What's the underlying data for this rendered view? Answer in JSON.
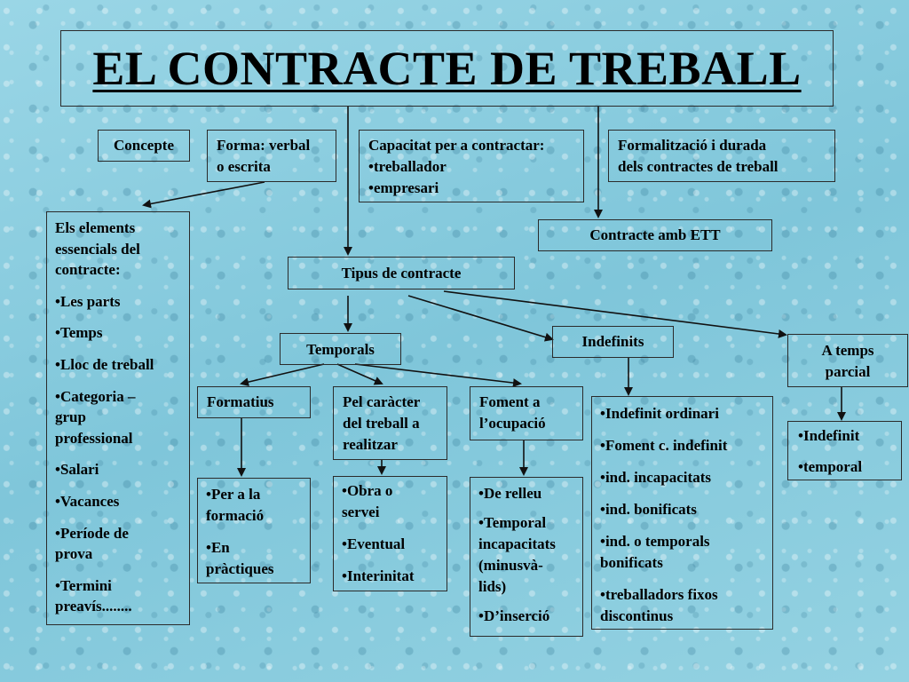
{
  "title": "EL CONTRACTE DE TREBALL",
  "concepte": "Concepte",
  "forma": [
    "Forma: verbal",
    "o escrita"
  ],
  "capacitat": {
    "heading": "Capacitat per a contractar:",
    "items": [
      "•treballador",
      "•empresari"
    ]
  },
  "formalitzacio": [
    "Formalització i durada",
    "dels contractes de treball"
  ],
  "elements": {
    "heading": [
      "Els elements",
      "essencials del",
      "contracte:"
    ],
    "items": [
      [
        "•Les parts"
      ],
      [
        "•Temps"
      ],
      [
        "•Lloc de treball"
      ],
      [
        "•Categoria –",
        "grup",
        "professional"
      ],
      [
        "•Salari"
      ],
      [
        "•Vacances"
      ],
      [
        "•Període de",
        "prova"
      ],
      [
        "•Termini",
        "preavís........"
      ]
    ]
  },
  "contracte_ett": "Contracte amb ETT",
  "tipus": "Tipus de contracte",
  "temporals": "Temporals",
  "indefinits": "Indefinits",
  "temps_parcial": [
    "A temps",
    "parcial"
  ],
  "formatius": "Formatius",
  "pel_caracter": [
    "Pel caràcter",
    "del treball a",
    "realitzar"
  ],
  "foment": [
    "Foment a",
    "l’ocupació"
  ],
  "formatius_list": [
    [
      "•Per a la",
      "formació"
    ],
    [
      "•En",
      "pràctiques"
    ]
  ],
  "pel_caracter_list": [
    [
      "•Obra o",
      "servei"
    ],
    [
      "•Eventual"
    ],
    [
      "•Interinitat"
    ]
  ],
  "foment_list": [
    [
      "•De relleu"
    ],
    [
      "•Temporal",
      "incapacitats",
      "(minusvà-",
      "lids)"
    ],
    [
      "•D’inserció"
    ]
  ],
  "indefinits_list": [
    [
      "•Indefinit ordinari"
    ],
    [
      "•Foment c. indefinit"
    ],
    [
      "•ind. incapacitats"
    ],
    [
      "•ind. bonificats"
    ],
    [
      "•ind. o temporals",
      "bonificats"
    ],
    [
      "•treballadors fixos",
      "discontinus"
    ]
  ],
  "parcial_list": [
    [
      "•Indefinit"
    ],
    [
      "•temporal"
    ]
  ],
  "colors": {
    "border": "#2b2b2b",
    "text": "#000000",
    "background": "#8ecfe0"
  }
}
